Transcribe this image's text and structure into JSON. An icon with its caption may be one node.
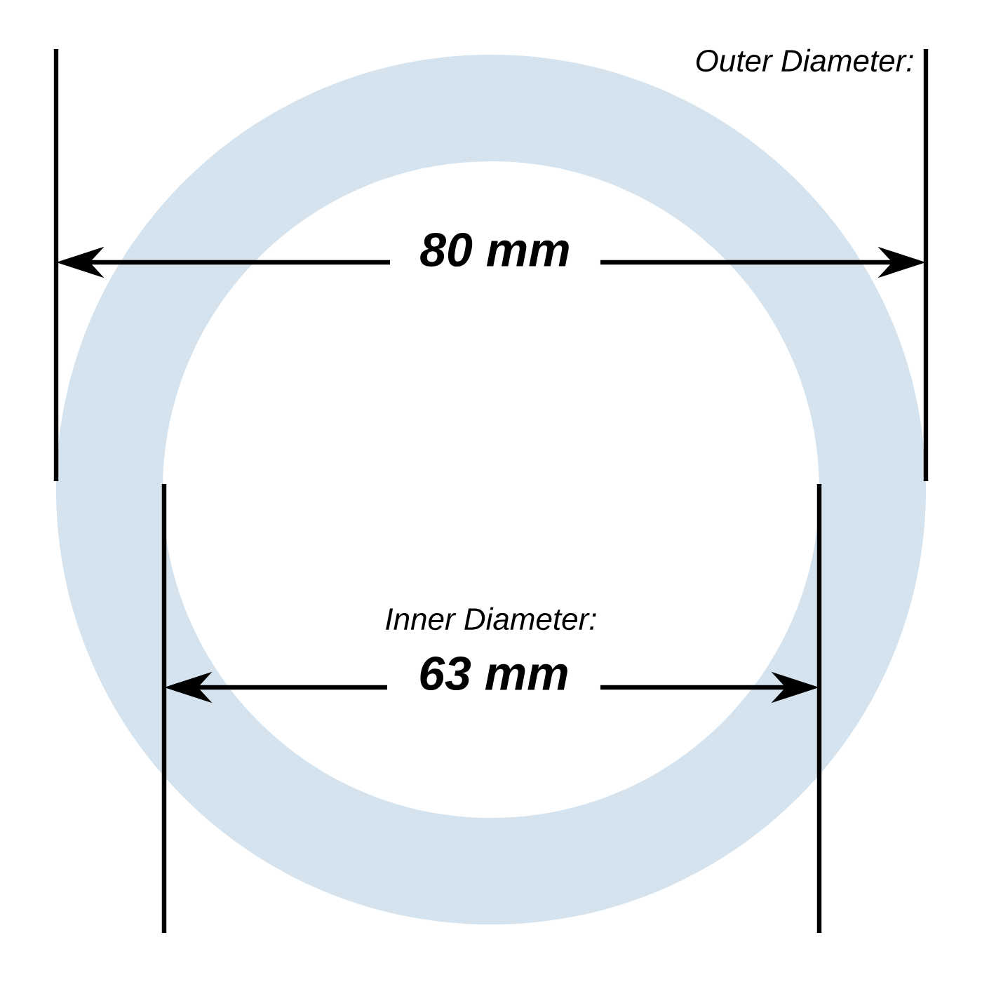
{
  "diagram": {
    "labels": [
      "Outer Diameter:",
      "80 mm",
      "Inner Diameter:",
      "63 mm"
    ]
  }
}
